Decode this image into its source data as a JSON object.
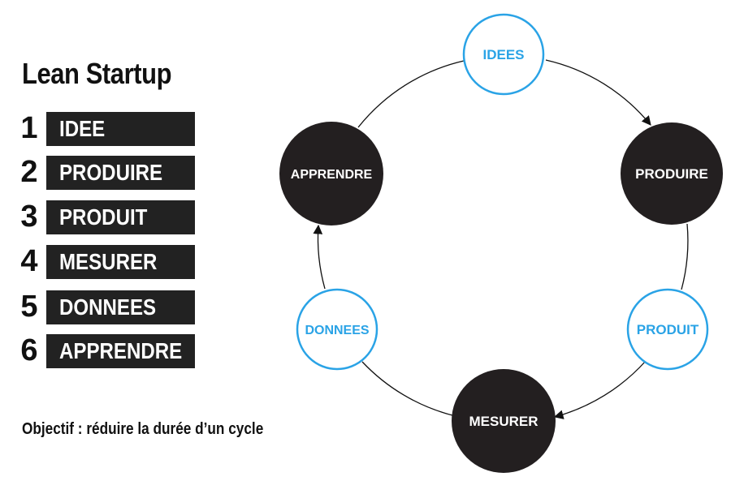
{
  "title": "Lean Startup",
  "steps": [
    {
      "number": "1",
      "label": "IDEE"
    },
    {
      "number": "2",
      "label": "PRODUIRE"
    },
    {
      "number": "3",
      "label": "PRODUIT"
    },
    {
      "number": "4",
      "label": "MESURER"
    },
    {
      "number": "5",
      "label": "DONNEES"
    },
    {
      "number": "6",
      "label": "APPRENDRE"
    }
  ],
  "objective": "Objectif : réduire la durée d’un cycle",
  "cycle": {
    "nodes": [
      {
        "label": "IDEES",
        "kind": "outlined"
      },
      {
        "label": "PRODUIRE",
        "kind": "filled"
      },
      {
        "label": "PRODUIT",
        "kind": "outlined"
      },
      {
        "label": "MESURER",
        "kind": "filled"
      },
      {
        "label": "DONNEES",
        "kind": "outlined"
      },
      {
        "label": "APPRENDRE",
        "kind": "filled"
      }
    ],
    "colors": {
      "outline_accent": "#2aa3e6",
      "filled_node": "#231f20",
      "arrow": "#111111"
    }
  }
}
